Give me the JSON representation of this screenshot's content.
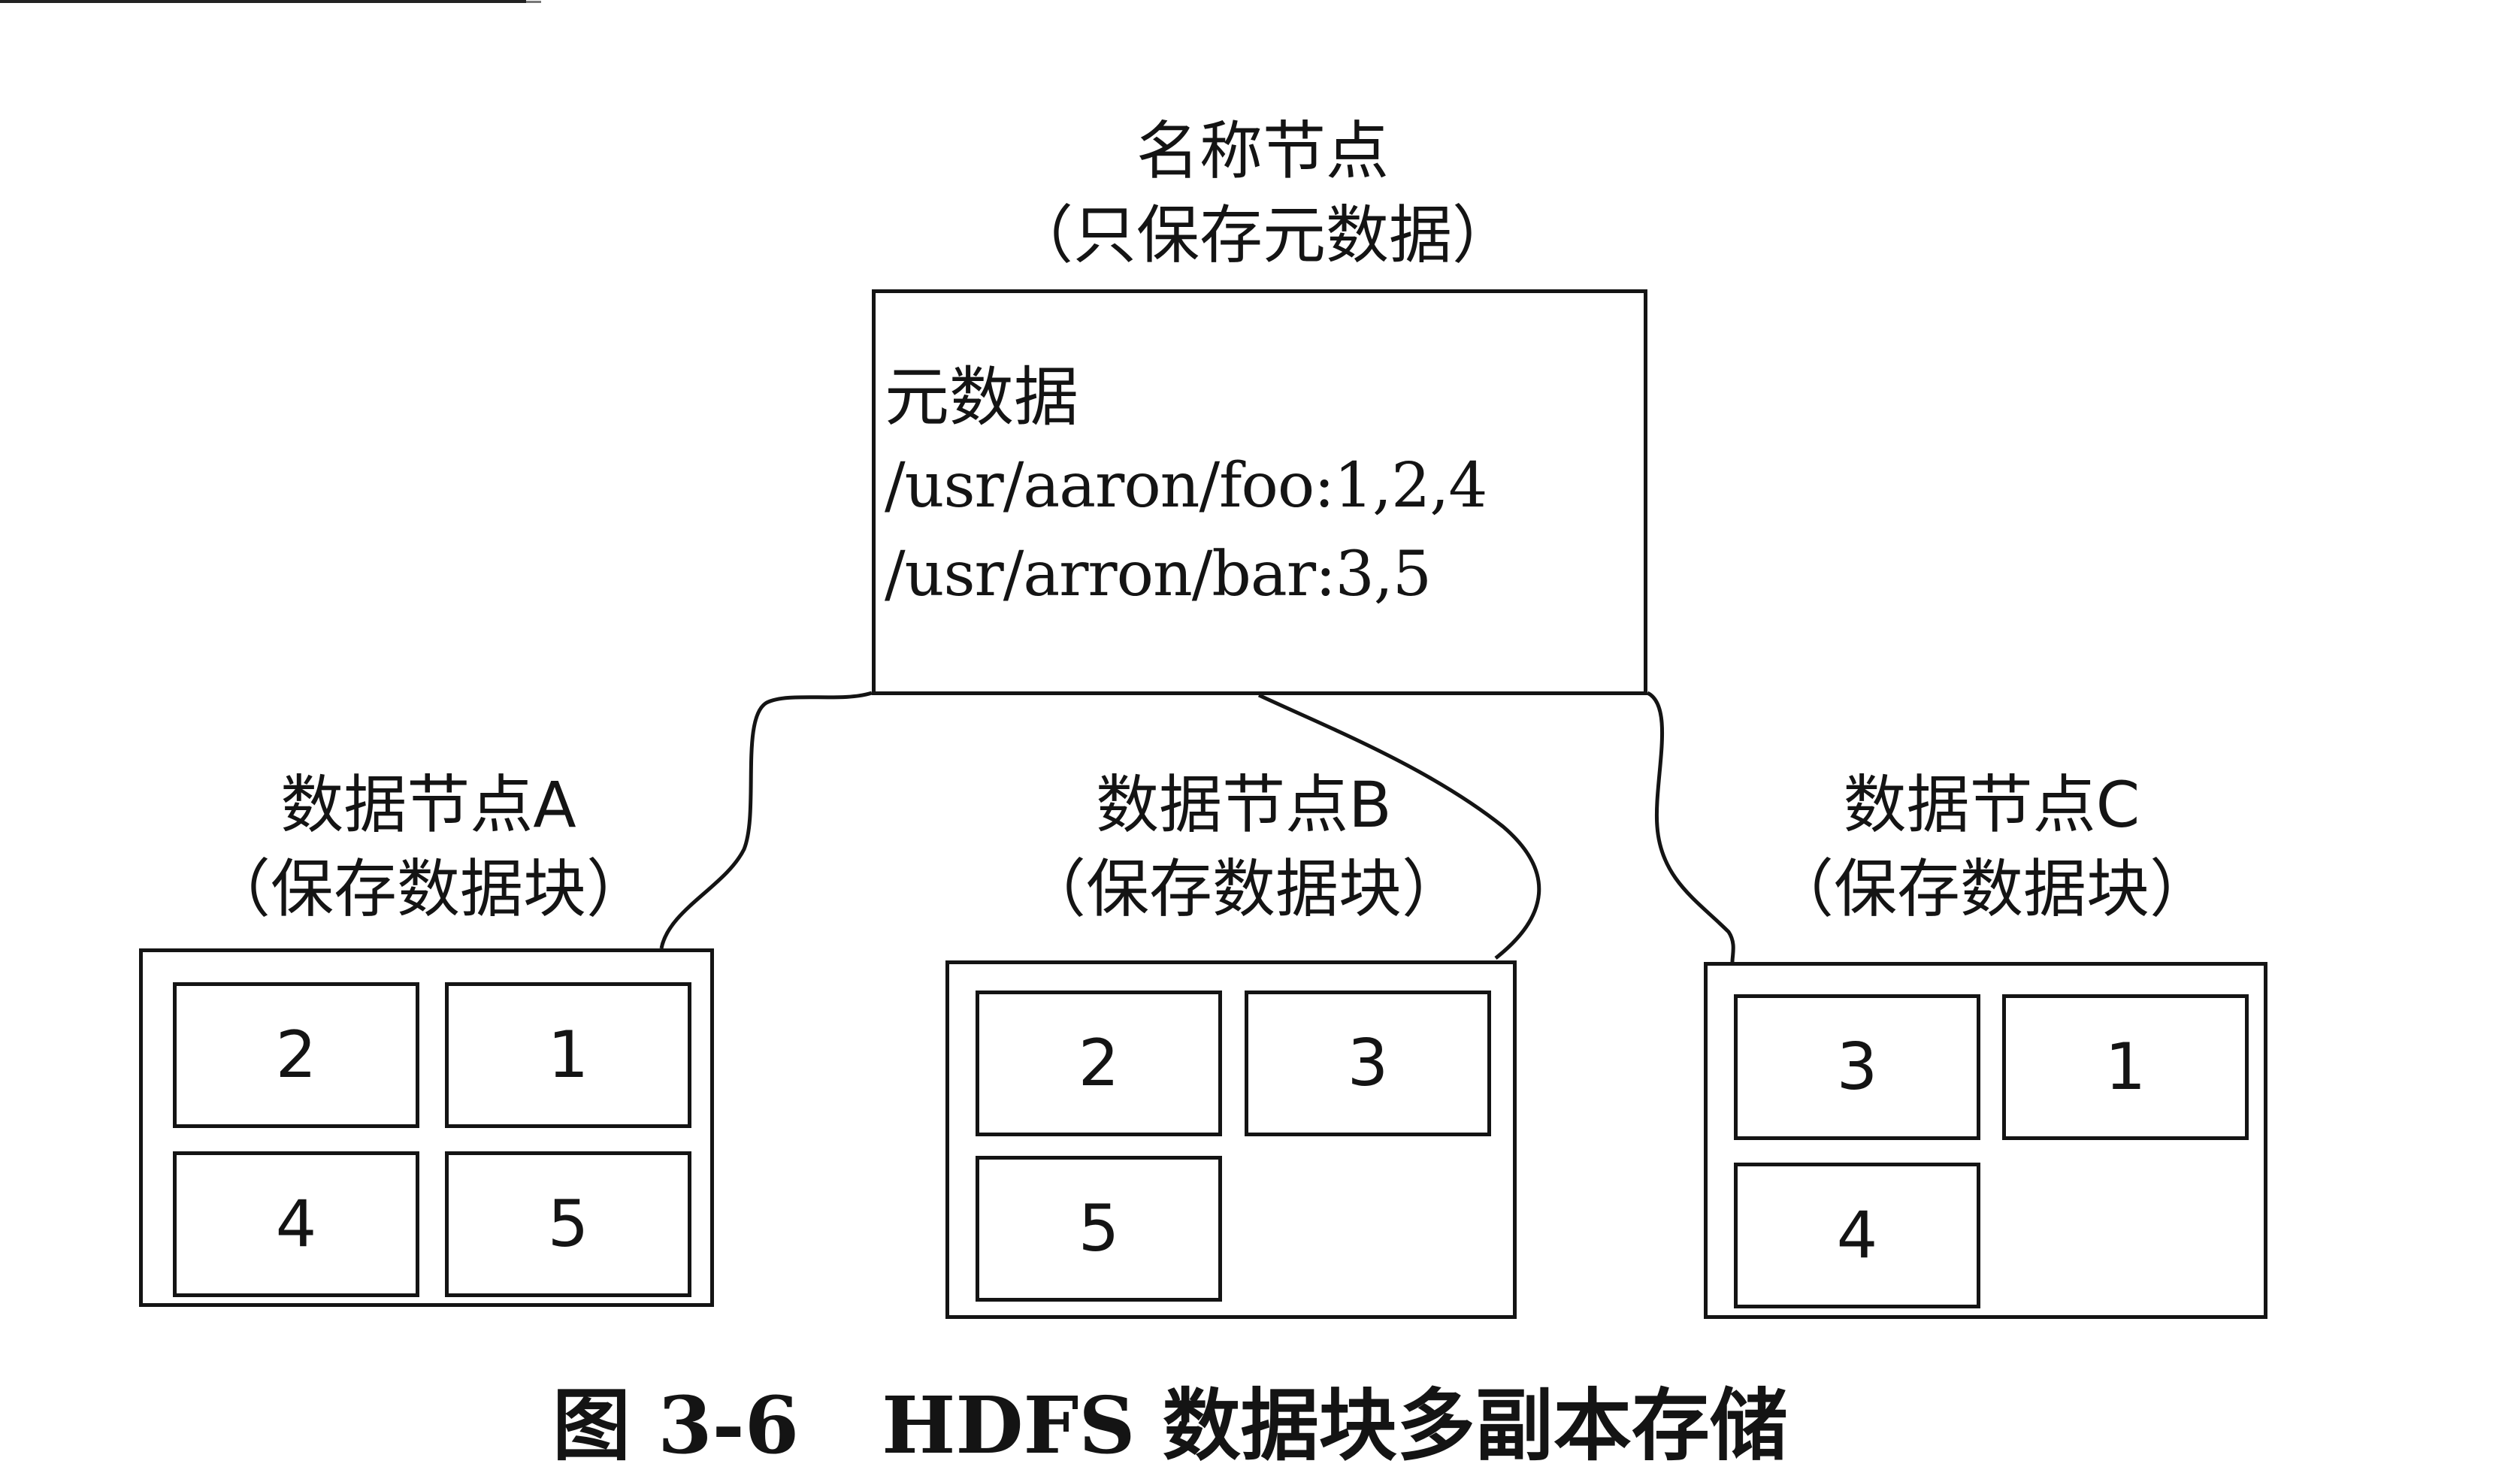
{
  "name_node": {
    "title": "名称节点",
    "subtitle": "（只保存元数据）",
    "metadata_title": "元数据",
    "entries": [
      "/usr/aaron/foo:1,2,4",
      "/usr/arron/bar:3,5"
    ]
  },
  "data_nodes": [
    {
      "title": "数据节点A",
      "subtitle": "（保存数据块）",
      "blocks": [
        "2",
        "1",
        "4",
        "5"
      ]
    },
    {
      "title": "数据节点B",
      "subtitle": "（保存数据块）",
      "blocks": [
        "2",
        "3",
        "5"
      ]
    },
    {
      "title": "数据节点C",
      "subtitle": "（保存数据块）",
      "blocks": [
        "3",
        "1",
        "4"
      ]
    }
  ],
  "caption": {
    "number": "图 3-6",
    "text": "HDFS 数据块多副本存储"
  }
}
